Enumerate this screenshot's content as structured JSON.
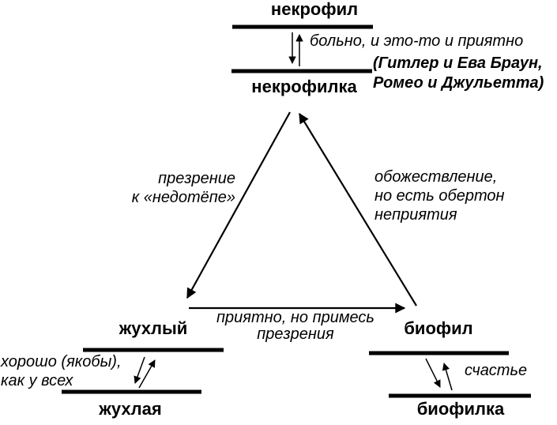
{
  "colors": {
    "ink": "#000000",
    "background": "#ffffff"
  },
  "top_pair": {
    "male": "некрофил",
    "female": "некрофилка",
    "relation_note": "больно, и это-то и приятно",
    "example": [
      "(Гитлер и Ева Браун,",
      "Ромео и Джульетта)"
    ]
  },
  "triangle_edges": {
    "left_note": [
      "презрение",
      "к «недотёпе»"
    ],
    "right_note": [
      "обожествление,",
      "но есть обертон",
      "неприятия"
    ],
    "bottom_note": [
      "приятно, но примесь",
      "презрения"
    ]
  },
  "bottom_left_pair": {
    "male": "жухлый",
    "female": "жухлая",
    "relation_note": [
      "хорошо (якобы),",
      "как у всех"
    ]
  },
  "bottom_right_pair": {
    "male": "биофил",
    "female": "биофилка",
    "relation_note": "счастье"
  }
}
